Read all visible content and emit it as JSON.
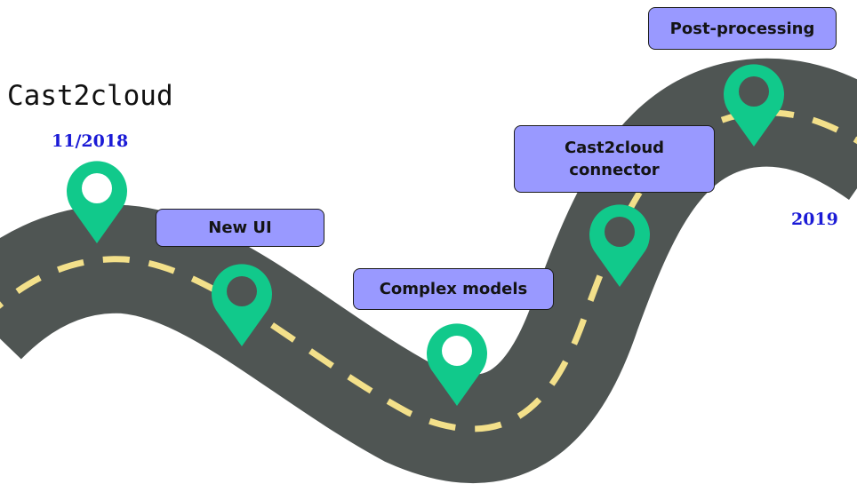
{
  "logo_text": "Cast2cloud",
  "start_date": "11/2018",
  "end_date": "2019",
  "milestones": [
    "New UI",
    "Complex models",
    "Cast2cloud\nconnector",
    "Post-processing"
  ],
  "colors": {
    "road": "#4f5553",
    "dashes": "#f3e08a",
    "pins": "#11c98b",
    "milestone_fill": "#9999ff",
    "date_text": "#1a1ad6"
  },
  "icons": [
    "map-pin-icon"
  ]
}
